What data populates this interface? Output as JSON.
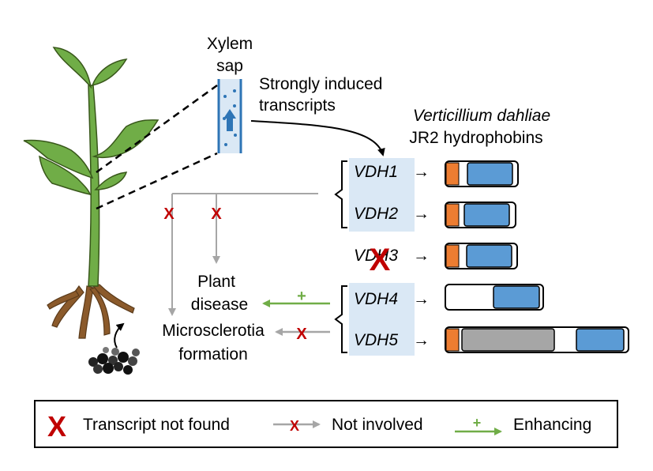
{
  "labels": {
    "xylem_line1": "Xylem",
    "xylem_line2": "sap",
    "induced_line1": "Strongly induced",
    "induced_line2": "transcripts",
    "species": "Verticillium dahliae",
    "strain": "JR2 hydrophobins",
    "plant_disease_line1": "Plant",
    "plant_disease_line2": "disease",
    "microsclerotia_line1": "Microsclerotia",
    "microsclerotia_line2": "formation"
  },
  "genes": [
    {
      "name": "VDH1",
      "arrow": "→"
    },
    {
      "name": "VDH2",
      "arrow": "→"
    },
    {
      "name": "VDH3",
      "arrow": "→"
    },
    {
      "name": "VDH4",
      "arrow": "→"
    },
    {
      "name": "VDH5",
      "arrow": "→"
    }
  ],
  "symbols": {
    "x_mark": "X",
    "plus_mark": "+"
  },
  "legend": {
    "not_found": "Transcript not found",
    "not_involved": "Not involved",
    "enhancing": "Enhancing"
  },
  "colors": {
    "signal_peptide": "#ed7d31",
    "hydrophobin_domain": "#5b9bd5",
    "other_domain": "#a6a6a6",
    "gene_highlight": "#dae8f5",
    "red_x": "#c00000",
    "enhancing_green": "#70ad47",
    "plant_green": "#70ad47",
    "root_brown": "#8b5a2b",
    "xylem_blue": "#2e75b6"
  }
}
